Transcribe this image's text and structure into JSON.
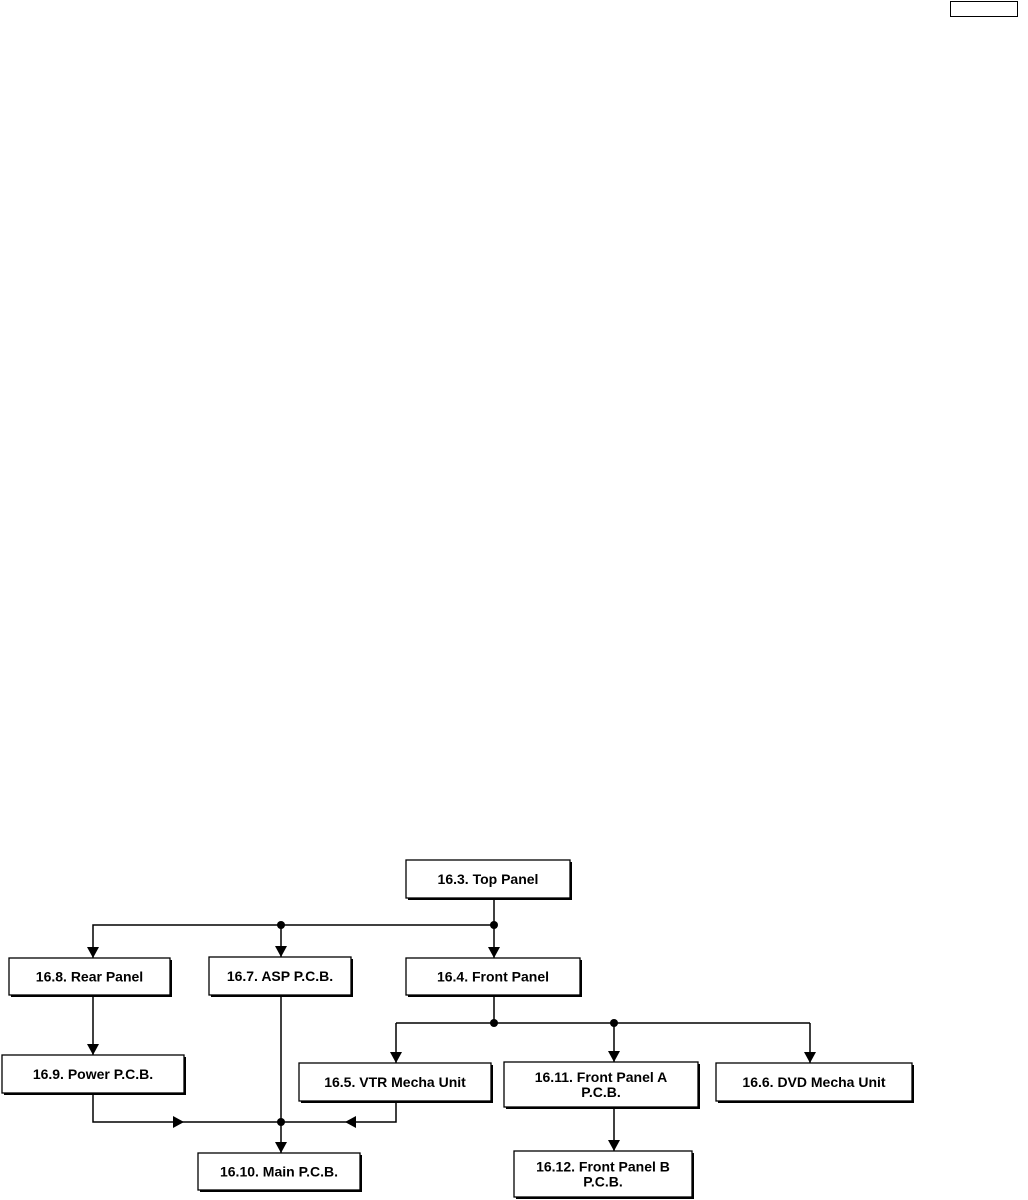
{
  "page_label": "",
  "nodes": {
    "top_panel": {
      "label": [
        "16.3. Top Panel"
      ]
    },
    "rear_panel": {
      "label": [
        "16.8. Rear Panel"
      ]
    },
    "asp_pcb": {
      "label": [
        "16.7. ASP P.C.B."
      ]
    },
    "front_panel": {
      "label": [
        "16.4. Front Panel"
      ]
    },
    "power_pcb": {
      "label": [
        "16.9. Power P.C.B."
      ]
    },
    "vtr_mecha_unit": {
      "label": [
        "16.5. VTR Mecha Unit"
      ]
    },
    "front_panel_a_pcb": {
      "label": [
        "16.11. Front Panel A",
        "P.C.B."
      ]
    },
    "dvd_mecha_unit": {
      "label": [
        "16.6. DVD Mecha Unit"
      ]
    },
    "main_pcb": {
      "label": [
        "16.10. Main P.C.B."
      ]
    },
    "front_panel_b_pcb": {
      "label": [
        "16.12. Front Panel B",
        "P.C.B."
      ]
    }
  },
  "edges": [
    {
      "from": "top_panel",
      "to": "front_panel"
    },
    {
      "from": "top_panel",
      "to": "asp_pcb"
    },
    {
      "from": "top_panel",
      "to": "rear_panel"
    },
    {
      "from": "rear_panel",
      "to": "power_pcb"
    },
    {
      "from": "front_panel",
      "to": "vtr_mecha_unit"
    },
    {
      "from": "front_panel",
      "to": "front_panel_a_pcb"
    },
    {
      "from": "front_panel",
      "to": "dvd_mecha_unit"
    },
    {
      "from": "front_panel_a_pcb",
      "to": "front_panel_b_pcb"
    },
    {
      "from": "power_pcb",
      "to": "main_pcb"
    },
    {
      "from": "asp_pcb",
      "to": "main_pcb"
    },
    {
      "from": "vtr_mecha_unit",
      "to": "main_pcb"
    }
  ]
}
